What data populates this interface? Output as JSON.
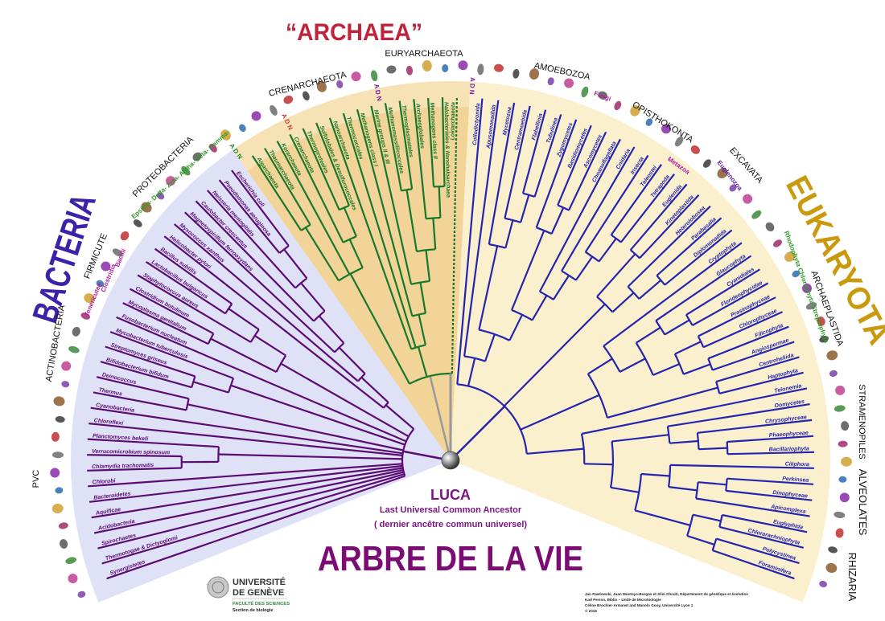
{
  "titles": {
    "bacteria": "BACTERIA",
    "archaea": "“ARCHAEA”",
    "eukaryota": "EUKARYOTA",
    "main": "ARBRE DE LA VIE",
    "luca": "LUCA",
    "luca_en": "Last Universal Common Ancestor",
    "luca_fr": "( dernier ancêtre commun universel)"
  },
  "groups": {
    "crenarchaeota": "CRENARCHAEOTA",
    "euryarchaeota": "EURYARCHAEOTA",
    "amoebozoa": "AMOEBOZOA",
    "opisthokonta": "OPISTHOKONTA",
    "excavata": "EXCAVATA",
    "archaeplastida": "ARCHAEPLASTIDA",
    "stramenopiles": "STRAMENOPILES",
    "alveolates": "ALVEOLATES",
    "rhizaria": "RHIZARIA",
    "pvc": "PVC",
    "actinobacteria": "ACTINOBACTERIA",
    "firmicute": "FIRMICUTE",
    "proteobacteria": "PROTEOBACTERIA"
  },
  "subgroups": {
    "tenericutes": "Tenericutes",
    "clostridia": "Clostridia",
    "bacilli": "Bacilli",
    "proteo_classes": "Epsilon- Delta- Zeta- Alpha- Beta- Gamma-",
    "fungi": "Fungi",
    "metazoa": "Metazoa",
    "euglenozoa": "Euglenozoa",
    "plants": "Rhodophyta  Chlorophyta  Streptophyta"
  },
  "adn_marker": "A D N",
  "university": {
    "line1": "UNIVERSITÉ",
    "line2": "DE GENÈVE",
    "faculty": "FACULTÉ DES SCIENCES",
    "section": "Section de biologie"
  },
  "credits": [
    "Jan Pawlowski, Juan Montoya-Burgos et Slim Chraiti, Département de génétique et évolution",
    "Karl Perron, Biblio – Unité de Microbiologie",
    "Céline Brochier-Armanet and Manolo Gouy, Université Lyon 1",
    "© 2015"
  ],
  "colors": {
    "bacteria_line": "#5b0c72",
    "archaea_line": "#16782c",
    "eukaryota_line": "#2424b0",
    "bacteria_bg": "#dfe1f7",
    "archaea_bg": "#f2d398",
    "archaea_rim": "#f7e2b6",
    "eukaryota_bg": "#fbf0cd"
  },
  "tree": {
    "bacteria": [
      "Synergistetes",
      "Thermotogae & Dictyoglomi",
      "Spirochaetes",
      "Acidobacteria",
      "Aquificae",
      "Bacteroidetes",
      "Chlorobi",
      [
        [
          "Chlamydia trachomatis",
          "Verrucomicrobium spinosum"
        ],
        "Planctomyces bekefi"
      ],
      "Chloroflexi",
      "Cyanobacteria",
      [
        "Thermus",
        "Deinococcus"
      ],
      [
        [
          "Bifidobacterium bifidum",
          "Streptomyces griseus"
        ],
        "Mycobacterium tuberculosis"
      ],
      "Fusobacterium nucleatum",
      [
        [
          "Mycoplasma genitalium",
          "Clostridium botulinum"
        ],
        [
          "Staphylococcus aureus",
          [
            "Lactobacillus bulgaricus",
            "Bacillus subtilis"
          ]
        ]
      ],
      [
        "Helicobacter pylori",
        [
          "Myxococcus xanthus",
          [
            "Magnetospirillum ferrooxydans",
            [
              "Caulobacter crescentus",
              [
                "Neisseria meningitidis",
                [
                  "Pseudomonas aeruginosa",
                  "Escherichia coli"
                ]
              ]
            ]
          ]
        ]
      ]
    ],
    "archaea": [
      [
        [
          "Aigarchaeota",
          "Thaumarchaeota"
        ],
        "Korarchaeota",
        [
          "Crenarchaeota",
          [
            "Thermoproteales",
            "Sulfolobales & Desulfurococcales"
          ]
        ]
      ],
      [
        "Nanoarchaeota",
        "Thermococcales",
        [
          "Methanogens class I",
          [
            "Marine groups II & III",
            [
              [
                "Methanomassiliicoccales",
                "Thermoplasmatales"
              ],
              [
                "Archaeoglobales",
                [
                  "Methanogens class II",
                  "Halobacteriales & Nanohaloarchaea"
                ]
              ]
            ]
          ]
        ]
      ],
      "Lokiarchaeota"
    ],
    "archaea_dashed": [
      "Lokiarchaeota"
    ],
    "eukaryota": [
      "Collodictyonida",
      [
        "Apusomonadida",
        [
          [
            "Mycetozoa",
            [
              "Centramoebida",
              [
                "Flabellinia",
                "Tubulinea"
              ]
            ]
          ],
          [
            [
              "Zygomycetes",
              [
                "Basidiomycetes",
                "Ascomycetes"
              ]
            ],
            [
              "Choanoflagellata",
              [
                "Cnidaria",
                [
                  "Insecta",
                  [
                    "Teleostei",
                    "Tetrapoda"
                  ]
                ]
              ]
            ]
          ]
        ]
      ],
      [
        [
          "Euglenida",
          "Kinetoplastida"
        ],
        [
          "Heterolobosea",
          [
            "Parabasalia",
            "Diplomonadida"
          ]
        ]
      ],
      [
        [
          "Cryptophyta",
          [
            [
              "Glaucophyta",
              [
                "Cyanidiales",
                "Florideophycidae"
              ]
            ],
            [
              [
                "Prasinophyceae",
                "Chlorophyceae"
              ],
              [
                "Filicophyta",
                "Angiospermae"
              ]
            ]
          ]
        ],
        [
          "Centroheliida",
          "Haptophyta"
        ]
      ],
      [
        "Telonemia",
        [
          [
            "Oomycetes",
            [
              "Chrysophyceae",
              [
                "Phaeophyceae",
                "Bacillariophyta"
              ]
            ]
          ],
          [
            [
              "Ciliphora",
              [
                [
                  "Perkinsea",
                  "Dinophyceae"
                ],
                "Apicomplexa"
              ]
            ],
            [
              [
                "Euglyphida",
                "Chlorarachniophyta"
              ],
              [
                "Polycystinea",
                "Foraminifera"
              ]
            ]
          ]
        ]
      ]
    ]
  }
}
